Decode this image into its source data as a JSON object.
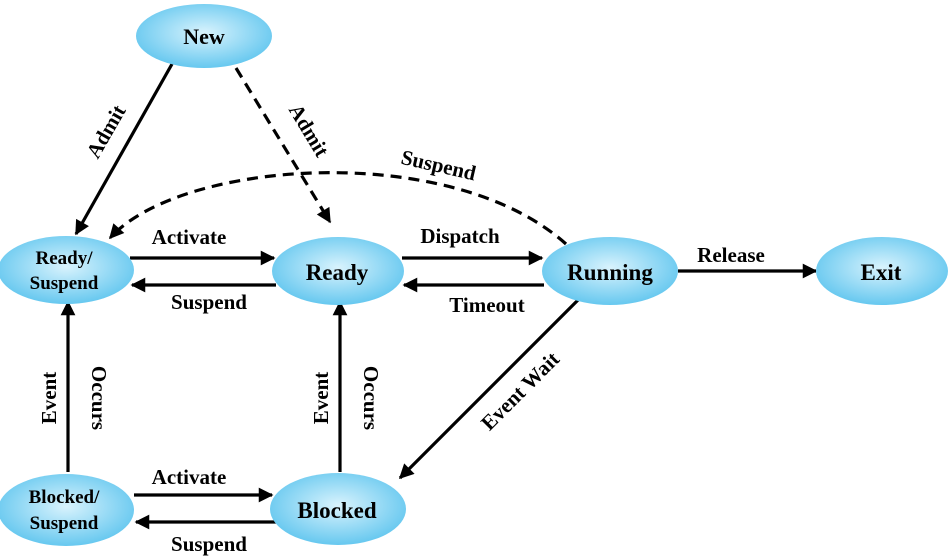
{
  "colors": {
    "state_fill_center": "#d9f3fd",
    "state_fill_edge": "#5cc4ee",
    "line": "#000000"
  },
  "states": {
    "new": "New",
    "ready_suspend_1": "Ready/",
    "ready_suspend_2": "Suspend",
    "ready": "Ready",
    "running": "Running",
    "exit": "Exit",
    "blocked_suspend_1": "Blocked/",
    "blocked_suspend_2": "Suspend",
    "blocked": "Blocked"
  },
  "transitions": {
    "admit_to_ready_suspend": "Admit",
    "admit_to_ready": "Admit",
    "suspend_running_to_ready_suspend": "Suspend",
    "activate_ready": "Activate",
    "suspend_ready": "Suspend",
    "dispatch": "Dispatch",
    "timeout": "Timeout",
    "release": "Release",
    "event_wait": "Event Wait",
    "event_occurs_suspend_word1": "Event",
    "event_occurs_suspend_word2": "Occurs",
    "event_occurs_word1": "Event",
    "event_occurs_word2": "Occurs",
    "activate_blocked": "Activate",
    "suspend_blocked": "Suspend"
  }
}
